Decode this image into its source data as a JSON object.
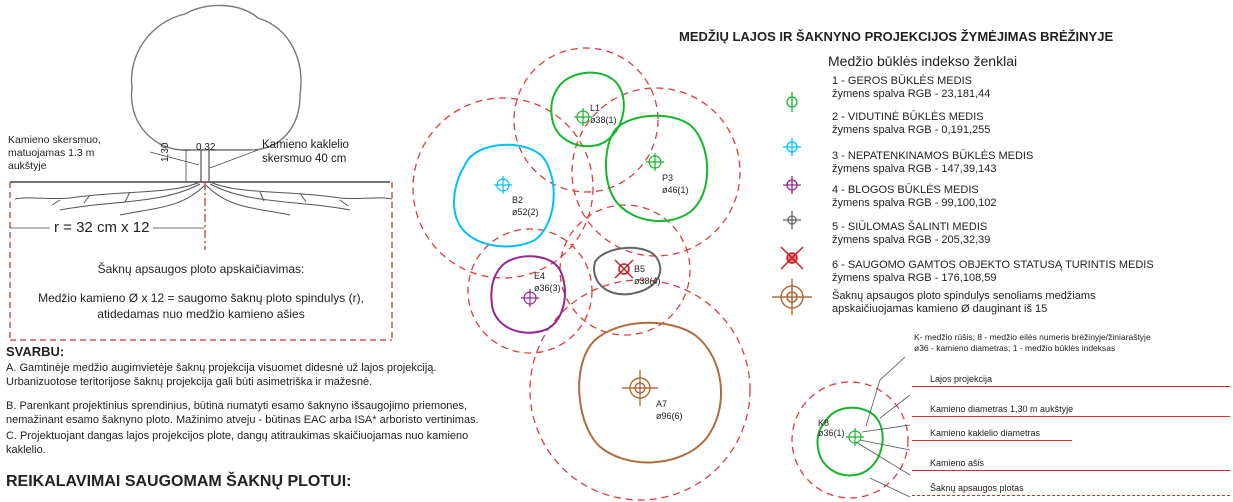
{
  "left_diagram": {
    "trunk_diameter_label": "Kamieno skersmuo,\nmatuojamas 1.3 m\naukštyje",
    "height_label": "1,30",
    "collar_value": "0.32",
    "collar_label": "Kamieno kaklelio\nskersmuo 40 cm",
    "radius_label": "r = 32 cm x 12",
    "calc_title": "Šaknų apsaugos ploto apskaičiavimas:",
    "calc_text": "Medžio kamieno Ø x 12 = saugomo šaknų ploto spindulys (r),\natidedamas nuo medžio kamieno ašies"
  },
  "important": {
    "heading": "SVARBU:",
    "items": [
      "A. Gamtinėje medžio augimvietėje šaknų projekcija visuomet didesnė už lajos projekciją.\nUrbanizuotose teritorijose šaknų projekcija gali būti asimetriška ir mažesnė.",
      "B. Parenkant projektinius sprendinius, būtina numatyti esamo šaknyno išsaugojimo priemones,\nnemažinant esamo šaknyno ploto. Mažinimo atveju - būtinas EAC arba ISA* arboristo vertinimas.",
      "C. Projektuojant dangas lajos projekcijos plote, dangų atitraukimas skaičiuojamas nuo kamieno\nkaklelio."
    ],
    "requirements_heading": "REIKALAVIMAI SAUGOMAM ŠAKNŲ PLOTUI:"
  },
  "trees": [
    {
      "id": "L1",
      "dia": "ø38(1)"
    },
    {
      "id": "P3",
      "dia": "ø46(1)"
    },
    {
      "id": "B2",
      "dia": "ø52(2)"
    },
    {
      "id": "E4",
      "dia": "ø36(3)"
    },
    {
      "id": "B5",
      "dia": "ø38(4)"
    },
    {
      "id": "A7",
      "dia": "ø96(6)"
    }
  ],
  "legend": {
    "title": "MEDŽIŲ LAJOS IR ŠAKNYNO PROJEKCIJOS ŽYMĖJIMAS BRĖŽINYJE",
    "subtitle": "Medžio būklės indekso ženklai",
    "items": [
      {
        "name": "1 - GEROS BŪKLĖS MEDIS",
        "rgb": "žymens spalva RGB - 23,181,44",
        "color": "#17b52c",
        "icon": "good-tree-icon"
      },
      {
        "name": "2 - VIDUTINĖ BŪKLĖS MEDIS",
        "rgb": "žymens spalva RGB -  0,191,255",
        "color": "#00bfff",
        "icon": "medium-tree-icon"
      },
      {
        "name": "3 - NEPATENKINAMOS BŪKLĖS MEDIS",
        "rgb": "žymens spalva RGB -  147,39,143",
        "color": "#93278f",
        "icon": "unsatisfactory-tree-icon"
      },
      {
        "name": "4 - BLOGOS BŪKLĖS MEDIS",
        "rgb": "žymens spalva RGB - 99,100,102",
        "color": "#636466",
        "icon": "bad-tree-icon"
      },
      {
        "name": "5 - SIŪLOMAS ŠALINTI MEDIS",
        "rgb": "žymens spalva RGB - 205,32,39",
        "color": "#cd2027",
        "icon": "remove-tree-icon"
      },
      {
        "name": "6 - SAUGOMO GAMTOS OBJEKTO STATUSĄ TURINTIS MEDIS",
        "rgb": "žymens spalva RGB - 176,108,59",
        "color": "#b06c3b",
        "icon": "protected-tree-icon"
      }
    ],
    "footnote": "Šaknų apsaugos ploto spindulys senoliams medžiams\napskaičiuojamas kamieno Ø dauginant iš 15"
  },
  "key_diagram": {
    "explain": "K- medžio rūšis; 8 - medžio eilės numeris brėžinyje/žiniaraštyje\nø36 - kamieno diametras; 1 - medžio būklės indeksas",
    "tree_id": "K8",
    "tree_dia": "ø36(1)",
    "labels": [
      "Lajos projekcija",
      "Kamieno diametras 1,30 m aukštyje",
      "Kamieno kaklelio diametras",
      "Kamieno ašis",
      "Šaknų apsaugos plotas"
    ]
  }
}
